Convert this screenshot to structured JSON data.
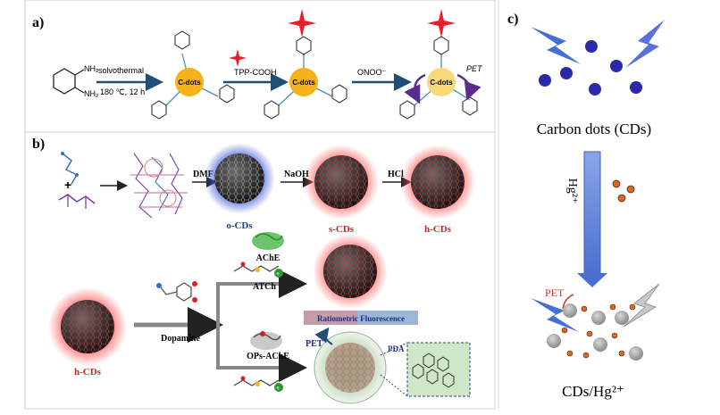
{
  "panels": {
    "a": {
      "label": "a)",
      "arrow1_top": "solvothermal",
      "arrow1_bottom": "180 ℃, 12 h",
      "arrow2_top": "TPP-COOH",
      "arrow3_top": "ONOO⁻",
      "cdot1": "C-dots",
      "cdot2": "C-dots",
      "cdot3": "C-dots",
      "pet": "PET",
      "nh2": "NH₂"
    },
    "b": {
      "label": "b)",
      "dmf": "DMF",
      "naoh": "NaOH",
      "hcl": "HCl",
      "ocds": "o-CDs",
      "scds": "s-CDs",
      "hcds_top": "h-CDs",
      "hcds_left": "h-CDs",
      "ache": "AChE",
      "atch": "ATCh",
      "dopamine": "Dopamine",
      "ratiometric": "Ratiometric Fluorescence",
      "ops_ache": "OPs-AChE",
      "pet": "PET",
      "pda": "PDA"
    },
    "c": {
      "label": "c)",
      "carbon_dots": "Carbon dots (CDs)",
      "hg": "Hg²⁺",
      "pet": "PET",
      "cds_hg": "CDs/Hg²⁺"
    }
  },
  "colors": {
    "arrow_blue": "#1f4e79",
    "lightning_blue": "#3f6fd1",
    "cd_purple": "#2b2aa6",
    "hg_orange": "#e8641c",
    "cd_yellow": "#f5b21a",
    "star_red": "#e8202a",
    "glow_red": "#ff4d4d",
    "glow_blue": "#3a57d6"
  }
}
